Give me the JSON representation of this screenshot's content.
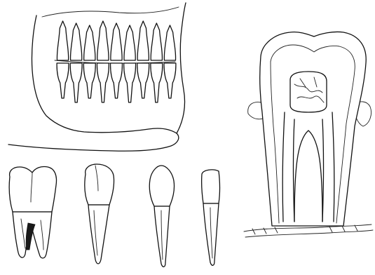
{
  "figure": {
    "background": "#ffffff",
    "ink": "#111111",
    "panels": [
      "jaw-dentition-side-view",
      "molar-tooth",
      "premolar-tooth",
      "canine-tooth",
      "incisor-tooth",
      "tooth-cross-section"
    ]
  }
}
